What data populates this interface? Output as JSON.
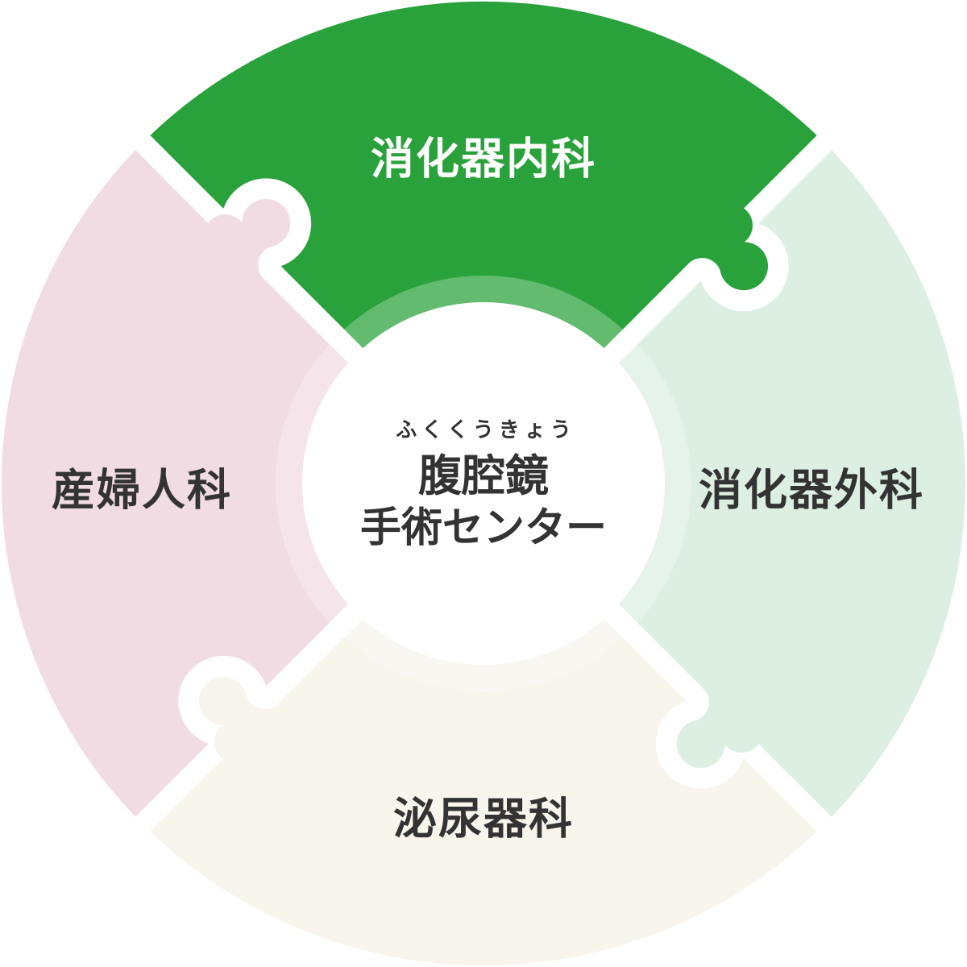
{
  "diagram": {
    "type": "circular-puzzle",
    "background_color": "#ffffff",
    "center": {
      "furigana": "ふくくうきょう",
      "title": "腹腔鏡",
      "subtitle": "手術センター",
      "text_color": "#333333",
      "circle_color": "#ffffff",
      "glow_color": "rgba(255,255,255,0.27)"
    },
    "pieces": [
      {
        "id": "top",
        "label": "消化器内科",
        "color": "#2aa23c",
        "text_color": "#ffffff"
      },
      {
        "id": "right",
        "label": "消化器外科",
        "color": "#dcefe2",
        "text_color": "#333333"
      },
      {
        "id": "bottom",
        "label": "泌尿器科",
        "color": "#f7f5ec",
        "text_color": "#333333"
      },
      {
        "id": "left",
        "label": "産婦人科",
        "color": "#f2dce4",
        "text_color": "#333333"
      }
    ]
  }
}
